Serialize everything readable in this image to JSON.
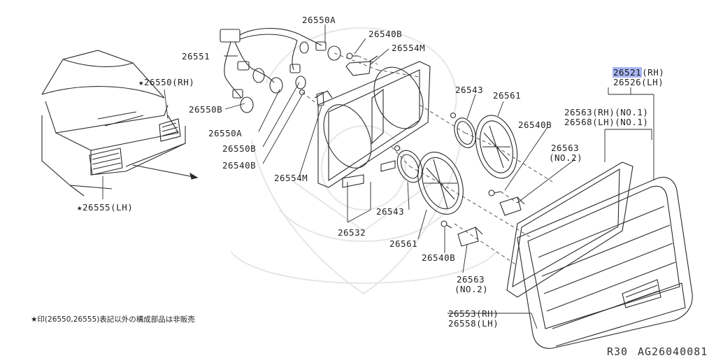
{
  "diagram": {
    "labels": {
      "p26550A_top": "26550A",
      "p26540B_top": "26540B",
      "p26554M_top": "26554M",
      "p26551": "26551",
      "p26550_rh": "★26550(RH)",
      "p26550B_left": "26550B",
      "p26550A_mid": "26550A",
      "p26550B_mid": "26550B",
      "p26540B_left": "26540B",
      "p26554M_mid": "26554M",
      "p26543_top": "26543",
      "p26561_top": "26561",
      "p26540B_right": "26540B",
      "p26521_num": "26521",
      "p26521_side": "(RH)",
      "p26526": "26526(LH)",
      "p26563_rh": "26563(RH)(NO.1)",
      "p26568_lh": "26568(LH)(NO.1)",
      "p26563_no2_a": "26563",
      "p26563_no2_a2": "(NO.2)",
      "p26543_mid": "26543",
      "p26532": "26532",
      "p26561_low": "26561",
      "p26540B_low": "26540B",
      "p26563_low": "26563",
      "p26563_low2": "(NO.2)",
      "p26553": "26553(RH)",
      "p26558": "26558(LH)",
      "p26555": "★26555(LH)"
    },
    "note": "★印(26550,26555)表記以外の構成部品は非販売",
    "footer_model": "R30",
    "footer_code": "AG26040081"
  }
}
